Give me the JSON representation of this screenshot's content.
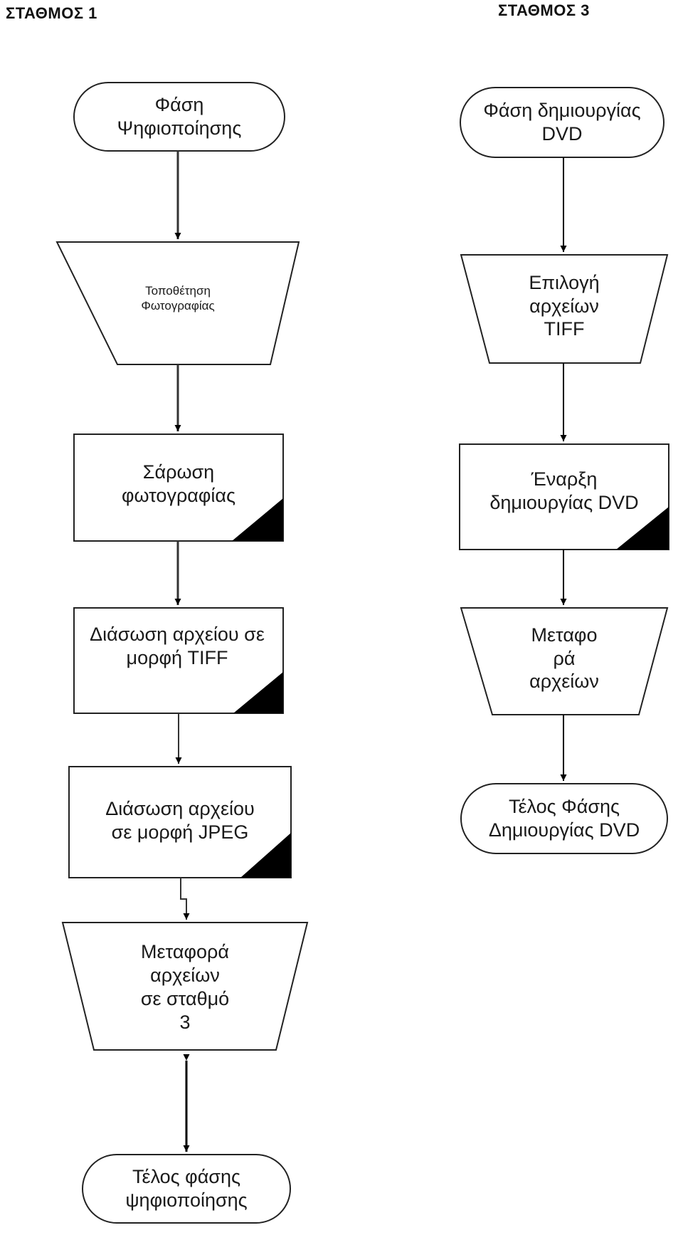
{
  "stations": {
    "left": "ΣΤΑΘΜΟΣ 1",
    "right": "ΣΤΑΘΜΟΣ 3"
  },
  "station1": {
    "start": [
      "Φάση",
      "Ψηφιοποίησης"
    ],
    "place_photo": [
      "Τοποθέτηση",
      "Φωτογραφίας"
    ],
    "scan": [
      "Σάρωση",
      "φωτογραφίας"
    ],
    "save_tiff": [
      "Διάσωση αρχείου σε",
      "μορφή TIFF"
    ],
    "save_jpeg": [
      "Διάσωση αρχείου",
      "σε μορφή JPEG"
    ],
    "transfer": [
      "Μεταφορά",
      "αρχείων",
      "σε σταθμό",
      "3"
    ],
    "end": [
      "Τέλος φάσης",
      "ψηφιοποίησης"
    ]
  },
  "station3": {
    "start": [
      "Φάση δημιουργίας",
      "DVD"
    ],
    "select_tiff": [
      "Επιλογή",
      "αρχείων",
      "TIFF"
    ],
    "begin_dvd": [
      "Έναρξη",
      "δημιουργίας DVD"
    ],
    "transfer": [
      "Μεταφο",
      "ρά",
      "αρχείων"
    ],
    "end": [
      "Τέλος Φάσης",
      "Δημιουργίας DVD"
    ]
  }
}
